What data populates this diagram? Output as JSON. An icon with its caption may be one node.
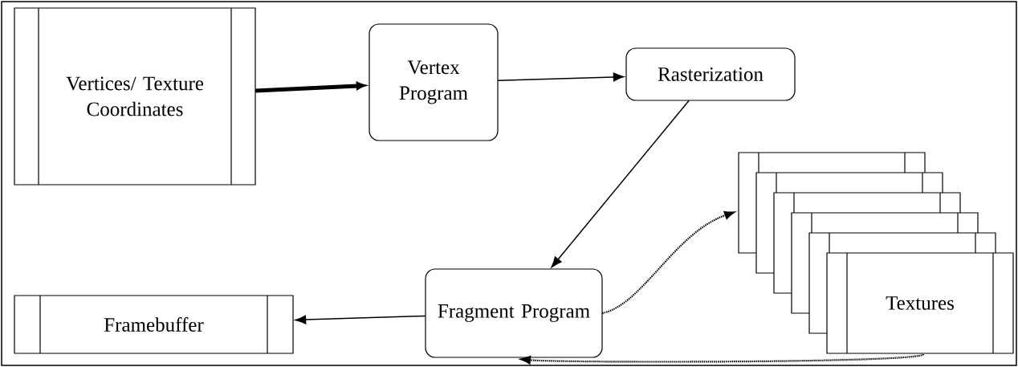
{
  "diagram": {
    "nodes": [
      {
        "text": [
          "Vertices/ Texture Coordinates"
        ]
      },
      {
        "text": [
          "Vertex Program"
        ]
      },
      {
        "text": [
          "Rasterization"
        ]
      },
      {
        "text": [
          "Framebuffer"
        ]
      },
      {
        "text": [
          "Fragment Program"
        ]
      },
      {
        "text": [
          "Textures"
        ]
      }
    ],
    "edges": [
      {
        "from": 0,
        "to": 1,
        "arrow": "to",
        "style": "thick"
      },
      {
        "from": 1,
        "to": 2,
        "arrow": "to"
      },
      {
        "from": 2,
        "to": 4,
        "arrow": "to"
      },
      {
        "from": 4,
        "to": 3,
        "arrow": "to"
      },
      {
        "from": 4,
        "to": 5,
        "arrow": "to",
        "style": "dashed"
      },
      {
        "from": 5,
        "to": 4,
        "arrow": "to",
        "style": "dashed"
      }
    ]
  }
}
